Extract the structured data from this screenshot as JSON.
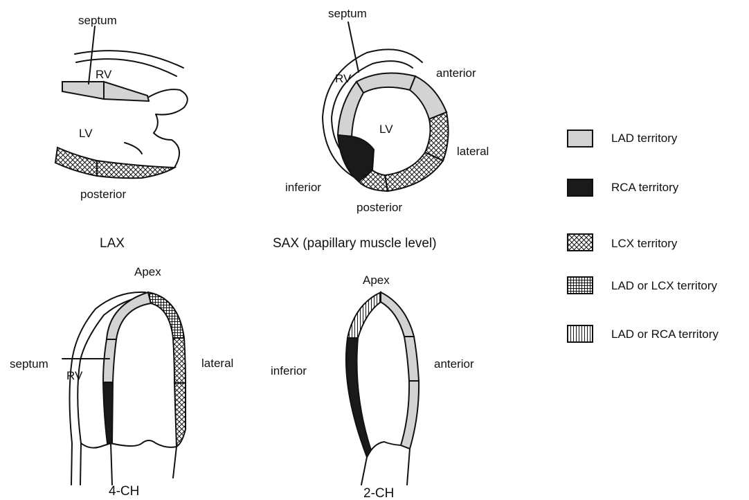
{
  "colors": {
    "lad": "#d3d3d3",
    "rca": "#1a1a1a",
    "outline": "#111111",
    "background": "#ffffff"
  },
  "views": {
    "lax": {
      "caption": "LAX",
      "labels": {
        "septum": "septum",
        "rv": "RV",
        "lv": "LV",
        "posterior": "posterior"
      }
    },
    "sax": {
      "caption": "SAX (papillary muscle level)",
      "labels": {
        "septum": "septum",
        "rv": "RV",
        "lv": "LV",
        "anterior": "anterior",
        "lateral": "lateral",
        "inferior": "inferior",
        "posterior": "posterior"
      }
    },
    "four_ch": {
      "caption": "4-CH",
      "labels": {
        "apex": "Apex",
        "septum": "septum",
        "rv": "RV",
        "lateral": "lateral"
      }
    },
    "two_ch": {
      "caption": "2-CH",
      "labels": {
        "apex": "Apex",
        "inferior": "inferior",
        "anterior": "anterior"
      }
    }
  },
  "legend": [
    {
      "label": "LAD territory",
      "pattern": "solid-gray"
    },
    {
      "label": "RCA territory",
      "pattern": "solid-black"
    },
    {
      "label": "LCX territory",
      "pattern": "crosshatch"
    },
    {
      "label": "LAD or LCX territory",
      "pattern": "grid"
    },
    {
      "label": "LAD or RCA territory",
      "pattern": "vertical-lines"
    }
  ]
}
